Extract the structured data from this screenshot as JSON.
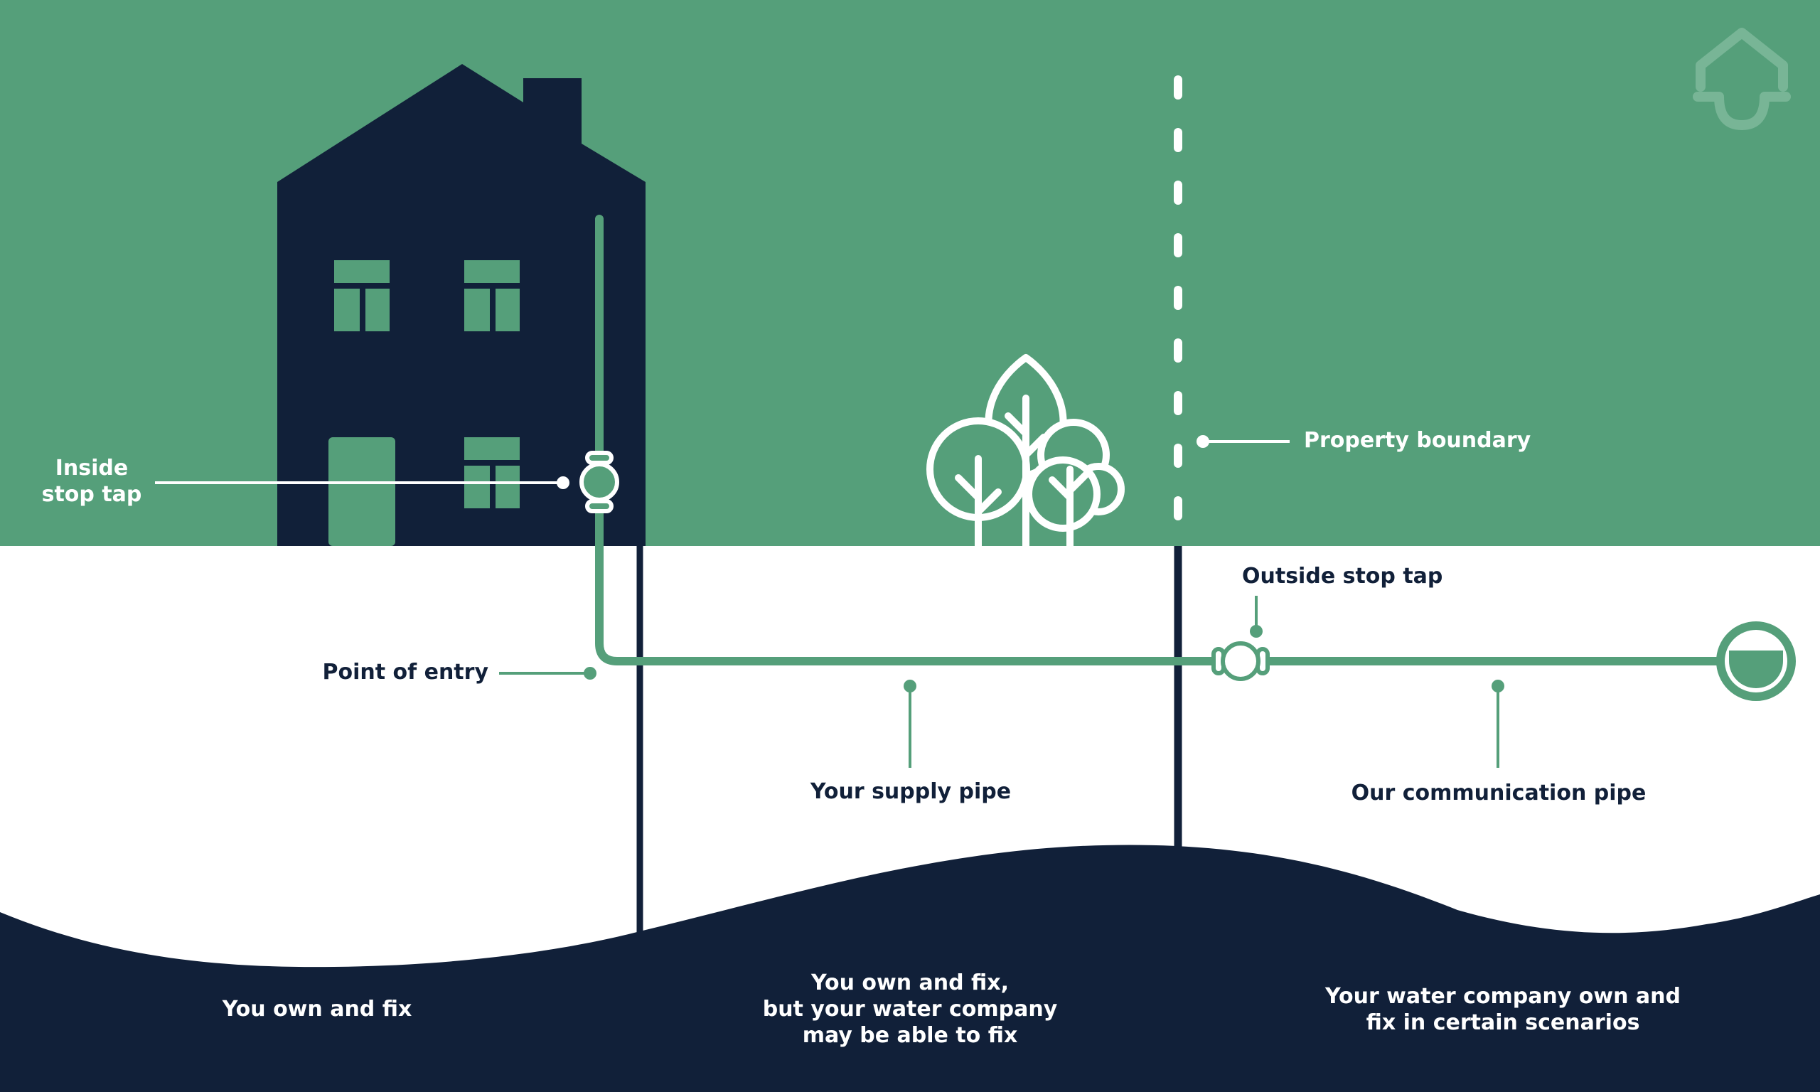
{
  "colors": {
    "sky": "#559f7a",
    "navy": "#112039",
    "ground": "#ffffff",
    "pipe": "#559f7a",
    "label_dark": "#112039",
    "label_light": "#ffffff"
  },
  "icons": {
    "logo": "house-drop-logo-icon",
    "house": "house-icon",
    "trees": "trees-icon",
    "inside_tap": "stop-tap-valve-icon",
    "outside_tap": "stop-tap-valve-icon",
    "water_main": "water-main-icon"
  },
  "labels": {
    "inside_stop_tap": [
      "Inside",
      "stop tap"
    ],
    "point_of_entry": "Point of entry",
    "property_boundary": "Property boundary",
    "outside_stop_tap": "Outside stop tap",
    "supply_pipe": "Your supply pipe",
    "communication_pipe": "Our communication pipe"
  },
  "ownership": {
    "you": "You own and fix",
    "supply": [
      "You own and fix,",
      "but your water company",
      "may be able to fix"
    ],
    "company": [
      "Your water company own and",
      "fix in certain scenarios"
    ]
  }
}
